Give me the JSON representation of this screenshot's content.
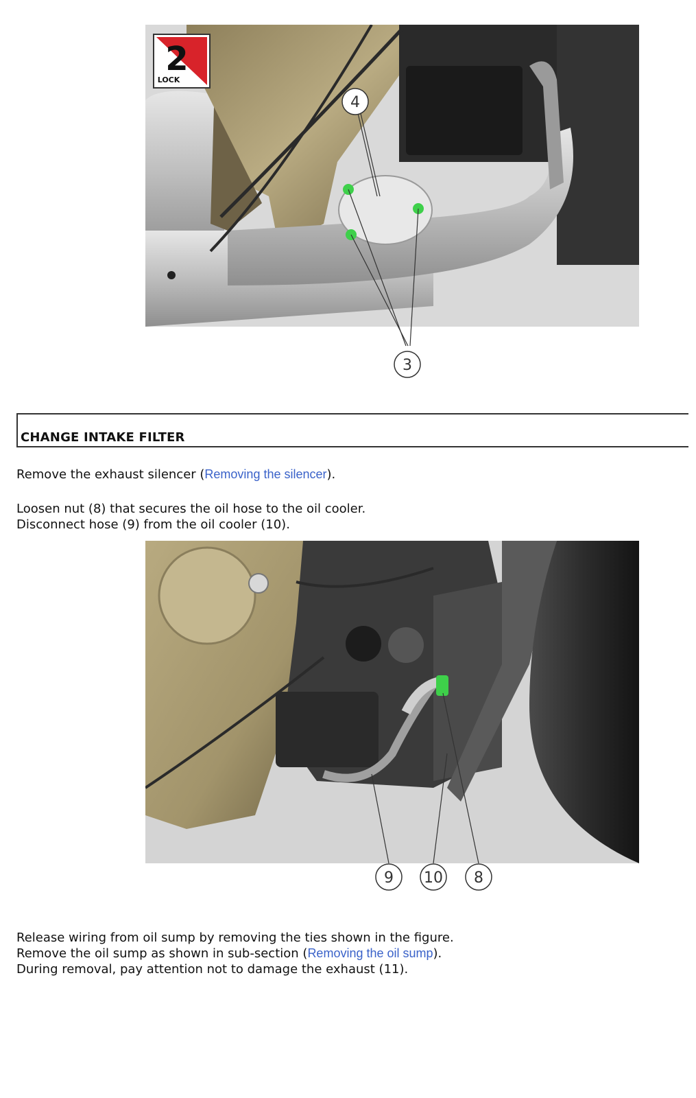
{
  "figure1": {
    "callouts": [
      "4",
      "3"
    ],
    "badge": {
      "number": "2",
      "label": "LOCK"
    }
  },
  "section": {
    "title": "CHANGE INTAKE FILTER"
  },
  "step1": {
    "prefix": "Remove the exhaust silencer (",
    "link": "Removing the silencer",
    "suffix": ")."
  },
  "step2": {
    "line1": "Loosen nut (8) that secures the oil hose to the oil cooler.",
    "line2": "Disconnect hose (9) from the oil cooler (10)."
  },
  "figure2": {
    "callouts": [
      "9",
      "10",
      "8"
    ]
  },
  "step3": {
    "line1": "Release wiring from oil sump by removing the ties shown in the figure.",
    "line2_prefix": "Remove the oil sump as shown in sub-section (",
    "line2_link": "Removing the oil sump",
    "line2_suffix": ").",
    "line3": "During removal, pay attention not to damage the exhaust (11)."
  },
  "colors": {
    "highlight_green": "#3ed04a",
    "link_blue": "#3a62c9",
    "engine_gold": "#a89a72",
    "metal_gray": "#c8c8c8"
  }
}
